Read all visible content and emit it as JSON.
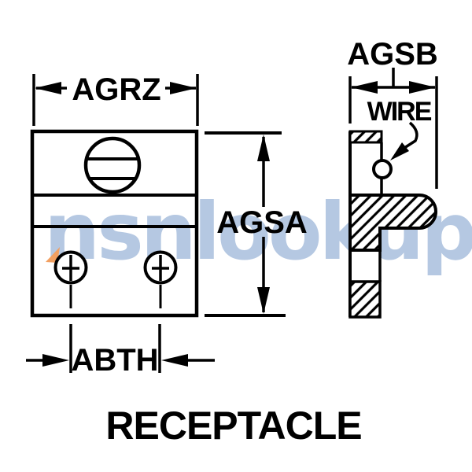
{
  "title": "RECEPTACLE",
  "watermark": {
    "text": "nsnlookup"
  },
  "labels": {
    "width": "AGRZ",
    "height": "AGSA",
    "depth": "AGSB",
    "hole_spacing": "ABTH",
    "wire_callout": "WIRE"
  },
  "colors": {
    "line": "#000000",
    "background": "#ffffff",
    "watermark_blue": "#b5c8e2",
    "watermark_orange": "#f2a061"
  }
}
